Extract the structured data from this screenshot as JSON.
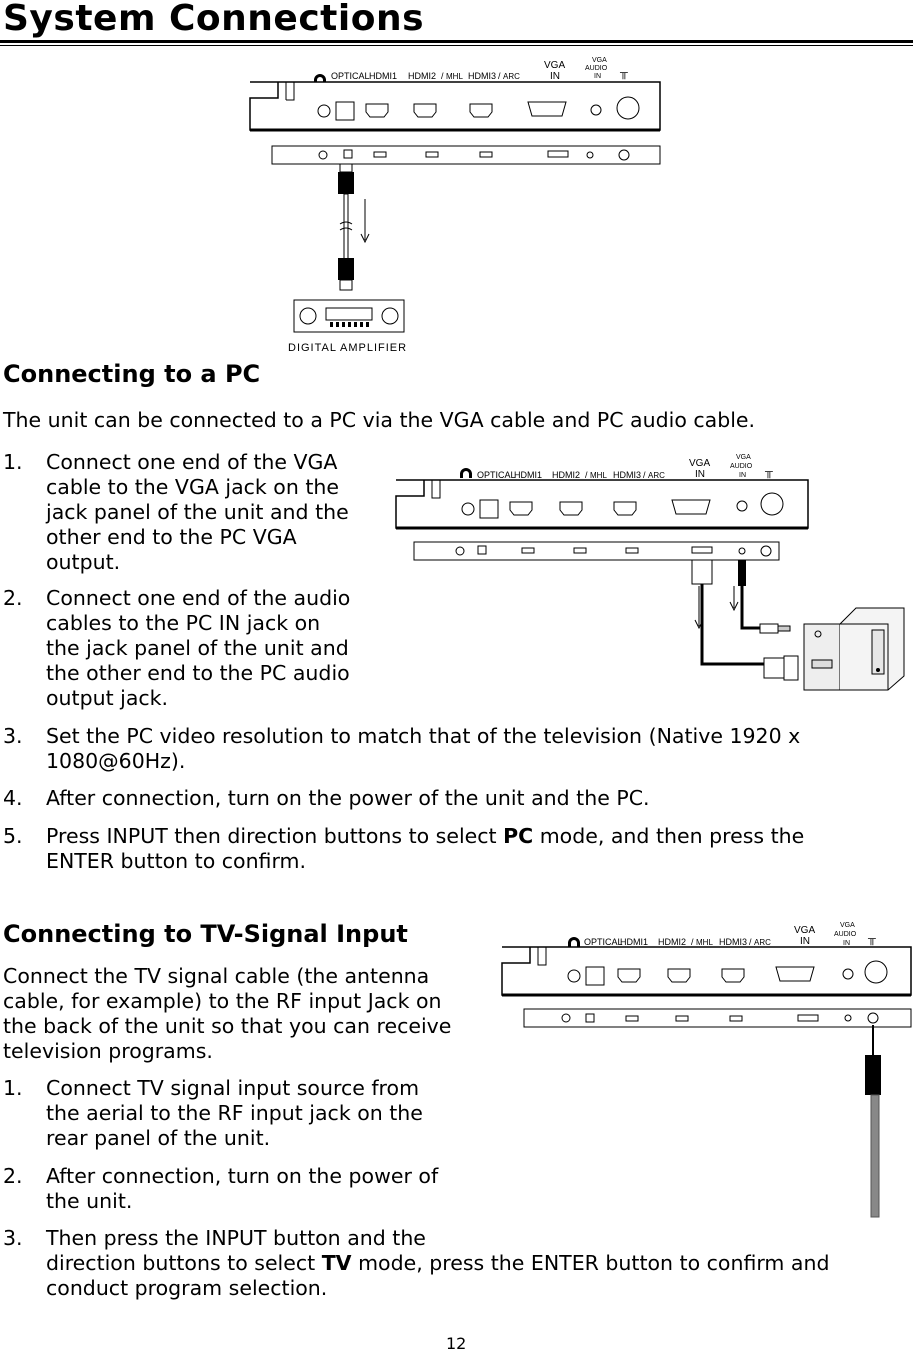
{
  "page": {
    "title": "System Connections",
    "page_number": "12"
  },
  "panel_labels": {
    "optical": "OPTICAL",
    "hdmi1": "HDMI1",
    "hdmi2": "HDMI2",
    "mhl": "MHL",
    "hdmi3": "HDMI3",
    "arc": "ARC",
    "vga": "VGA",
    "in": "IN",
    "audio": "AUDIO"
  },
  "amplifier_label": "DIGITAL AMPLIFIER",
  "pc": {
    "heading": "Connecting to a PC",
    "intro": "The unit can be connected to a PC via the VGA cable and PC audio cable.",
    "steps": [
      {
        "num": "1.",
        "lines": [
          "Connect one end of the VGA",
          "cable to the VGA jack on the",
          "jack panel of the unit and the",
          "other end to the PC VGA",
          "output."
        ]
      },
      {
        "num": "2.",
        "lines": [
          "Connect one end of the audio",
          "cables to the PC IN jack on",
          "the jack panel of the unit and",
          "the other end to the PC audio",
          "output jack."
        ]
      },
      {
        "num": "3.",
        "lines": [
          "Set the PC video resolution to match that of the television (Native 1920 x",
          "1080@60Hz)."
        ]
      },
      {
        "num": "4.",
        "lines": [
          "After connection, turn on the power of the unit and the PC."
        ]
      }
    ],
    "step5": {
      "num": "5.",
      "before": "Press INPUT then direction buttons to select ",
      "bold": "PC",
      "after": " mode, and then press the",
      "line2": "ENTER button to confirm."
    }
  },
  "tv": {
    "heading": "Connecting to TV-Signal Input",
    "intro": [
      "Connect the TV signal cable (the antenna",
      "cable, for example) to the RF input Jack on",
      "the back of the unit so that you can receive",
      "television programs."
    ],
    "steps": [
      {
        "num": "1.",
        "lines": [
          "Connect TV signal input source from",
          "the aerial to the RF input jack on the",
          "rear panel of the unit."
        ]
      },
      {
        "num": "2.",
        "lines": [
          "After connection, turn on the power of",
          "the unit."
        ]
      }
    ],
    "step3": {
      "num": "3.",
      "line1": "Then press the INPUT button and the",
      "before": "direction buttons to select ",
      "bold": "TV",
      "after": " mode, press the ENTER button to confirm and",
      "line3": "conduct program selection."
    }
  }
}
